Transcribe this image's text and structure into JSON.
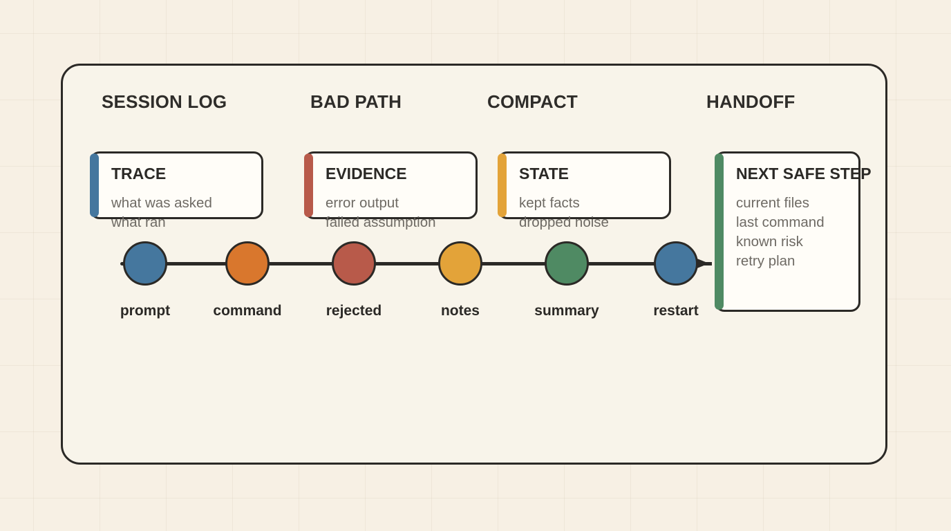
{
  "columns": {
    "session_log": "SESSION LOG",
    "bad_path": "BAD PATH",
    "compact": "COMPACT",
    "handoff": "HANDOFF"
  },
  "cards": {
    "trace": {
      "title": "TRACE",
      "line1": "what was asked",
      "line2": "what ran",
      "color": "#45779e"
    },
    "evidence": {
      "title": "EVIDENCE",
      "line1": "error output",
      "line2": "failed assumption",
      "color": "#b85a4a"
    },
    "state": {
      "title": "STATE",
      "line1": "kept facts",
      "line2": "dropped noise",
      "color": "#e3a339"
    },
    "next": {
      "title": "NEXT SAFE STEP",
      "line1": "current files",
      "line2": "last command",
      "line3": "known risk",
      "line4": "retry plan",
      "color": "#4f8a63"
    }
  },
  "nodes": [
    {
      "label": "prompt",
      "color": "#45779e"
    },
    {
      "label": "command",
      "color": "#d9772d"
    },
    {
      "label": "rejected",
      "color": "#b85a4a"
    },
    {
      "label": "notes",
      "color": "#e3a339"
    },
    {
      "label": "summary",
      "color": "#4f8a63"
    },
    {
      "label": "restart",
      "color": "#45779e"
    }
  ],
  "colors": {
    "ink": "#2b2926",
    "background": "#f7f0e4",
    "panel": "#f8f4ea",
    "card": "#fffdf8"
  }
}
